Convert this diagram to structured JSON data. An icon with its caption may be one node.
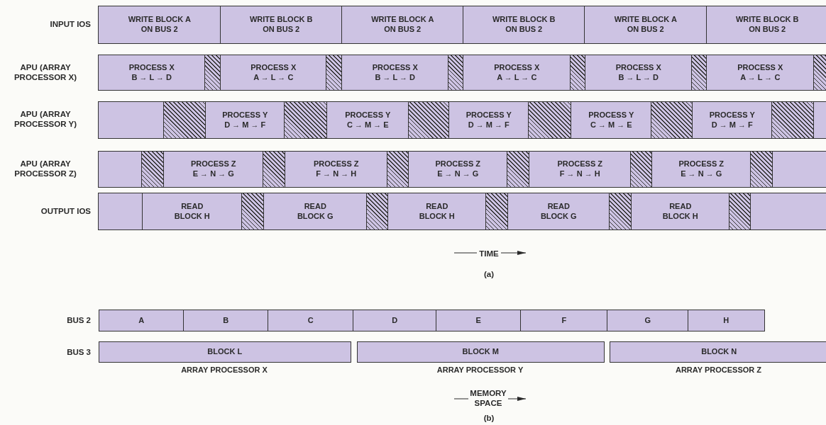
{
  "diagram": {
    "nodes": [
      {
        "text": [
          "WRITE BLOCK A ON BUS 2"
        ]
      },
      {
        "text": [
          "WRITE BLOCK B ON BUS 2"
        ]
      },
      {
        "text": [
          "WRITE BLOCK A ON BUS 2"
        ]
      },
      {
        "text": [
          "WRITE BLOCK B ON BUS 2"
        ]
      },
      {
        "text": [
          "WRITE BLOCK A ON BUS 2"
        ]
      },
      {
        "text": [
          "WRITE BLOCK B ON BUS 2"
        ]
      },
      {
        "text": [
          "PROCESS X",
          "B → L → D"
        ]
      },
      {
        "text": [],
        "shape": "box"
      },
      {
        "text": [
          "PROCESS X",
          "A → L → C"
        ]
      },
      {
        "text": [],
        "shape": "box"
      },
      {
        "text": [
          "PROCESS X",
          "B → L → D"
        ]
      },
      {
        "text": [],
        "shape": "box"
      },
      {
        "text": [
          "PROCESS X",
          "A → L → C"
        ]
      },
      {
        "text": [],
        "shape": "box"
      },
      {
        "text": [
          "PROCESS X",
          "B → L → D"
        ]
      },
      {
        "text": [],
        "shape": "box"
      },
      {
        "text": [
          "PROCESS X",
          "A → L → C"
        ]
      },
      {
        "text": [],
        "shape": "box"
      },
      {
        "text": [],
        "shape": "box"
      },
      {
        "text": [],
        "shape": "box"
      },
      {
        "text": [
          "PROCESS Y",
          "D → M → F"
        ]
      },
      {
        "text": [],
        "shape": "box"
      },
      {
        "text": [
          "PROCESS Y",
          "C → M → E"
        ]
      },
      {
        "text": [],
        "shape": "box"
      },
      {
        "text": [
          "PROCESS Y",
          "D → M → F"
        ]
      },
      {
        "text": [],
        "shape": "box"
      },
      {
        "text": [
          "PROCESS Y",
          "C → M → E"
        ]
      },
      {
        "text": [],
        "shape": "box"
      },
      {
        "text": [
          "PROCESS Y",
          "D → M → F"
        ]
      },
      {
        "text": [],
        "shape": "box"
      },
      {
        "text": [],
        "shape": "box"
      },
      {
        "text": [],
        "shape": "box"
      },
      {
        "text": [],
        "shape": "box"
      },
      {
        "text": [
          "PROCESS Z",
          "E → N → G"
        ]
      },
      {
        "text": [],
        "shape": "box"
      },
      {
        "text": [
          "PROCESS Z",
          "F → N → H"
        ]
      },
      {
        "text": [],
        "shape": "box"
      },
      {
        "text": [
          "PROCESS Z",
          "E → N → G"
        ]
      },
      {
        "text": [],
        "shape": "box"
      },
      {
        "text": [
          "PROCESS Z",
          "F → N → H"
        ]
      },
      {
        "text": [],
        "shape": "box"
      },
      {
        "text": [
          "PROCESS Z",
          "E → N → G"
        ]
      },
      {
        "text": [],
        "shape": "box"
      },
      {
        "text": [],
        "shape": "box"
      },
      {
        "text": [],
        "shape": "box"
      },
      {
        "text": [
          "READ BLOCK H"
        ]
      },
      {
        "text": [],
        "shape": "box"
      },
      {
        "text": [
          "READ BLOCK G"
        ]
      },
      {
        "text": [],
        "shape": "box"
      },
      {
        "text": [
          "READ BLOCK H"
        ]
      },
      {
        "text": [],
        "shape": "box"
      },
      {
        "text": [
          "READ BLOCK G"
        ]
      },
      {
        "text": [],
        "shape": "box"
      },
      {
        "text": [
          "READ BLOCK H"
        ]
      },
      {
        "text": [],
        "shape": "box"
      },
      {
        "text": [],
        "shape": "box"
      },
      {
        "text": [
          "A"
        ]
      },
      {
        "text": [
          "B"
        ]
      },
      {
        "text": [
          "C"
        ]
      },
      {
        "text": [
          "D"
        ]
      },
      {
        "text": [
          "E"
        ]
      },
      {
        "text": [
          "F"
        ]
      },
      {
        "text": [
          "G"
        ]
      },
      {
        "text": [
          "H"
        ]
      },
      {
        "text": [
          "BLOCK L"
        ],
        "beside": [
          "ARRAY PROCESSOR X"
        ]
      },
      {
        "text": [
          "BLOCK M"
        ],
        "beside": [
          "ARRAY PROCESSOR Y"
        ]
      },
      {
        "text": [
          "BLOCK N"
        ],
        "beside": [
          "ARRAY PROCESSOR Z"
        ]
      }
    ],
    "labels": [
      "INPUT IOS",
      "APU (ARRAY PROCESSOR X)",
      "APU (ARRAY PROCESSOR Y)",
      "APU (ARRAY PROCESSOR Z)",
      "OUTPUT IOS",
      "TIME",
      "(a)",
      "BUS 2",
      "BUS 3",
      "MEMORY SPACE",
      "(b)"
    ]
  }
}
